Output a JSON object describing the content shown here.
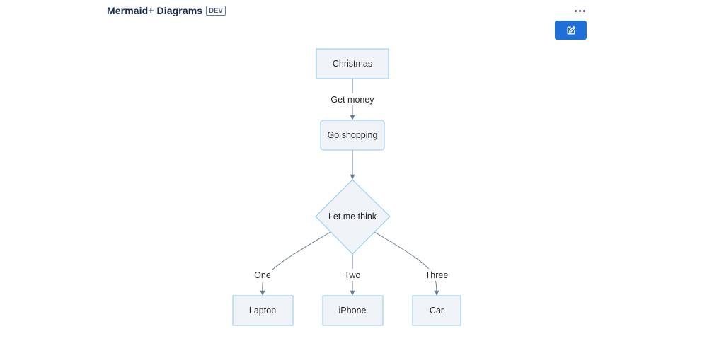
{
  "header": {
    "title": "Mermaid+ Diagrams",
    "badge": "DEV"
  },
  "toolbar": {
    "more_icon": "more-horizontal-icon",
    "edit_icon": "edit-icon",
    "accent_color": "#1f6fd9"
  },
  "diagram": {
    "type": "flowchart",
    "direction": "top-down",
    "nodes": [
      {
        "id": "A",
        "label": "Christmas",
        "shape": "rect"
      },
      {
        "id": "B",
        "label": "Go shopping",
        "shape": "rounded"
      },
      {
        "id": "C",
        "label": "Let me think",
        "shape": "diamond"
      },
      {
        "id": "D",
        "label": "Laptop",
        "shape": "rect"
      },
      {
        "id": "E",
        "label": "iPhone",
        "shape": "rect"
      },
      {
        "id": "F",
        "label": "Car",
        "shape": "rect"
      }
    ],
    "edges": [
      {
        "from": "A",
        "to": "B",
        "label": "Get money"
      },
      {
        "from": "B",
        "to": "C",
        "label": ""
      },
      {
        "from": "C",
        "to": "D",
        "label": "One"
      },
      {
        "from": "C",
        "to": "E",
        "label": "Two"
      },
      {
        "from": "C",
        "to": "F",
        "label": "Three"
      }
    ]
  }
}
